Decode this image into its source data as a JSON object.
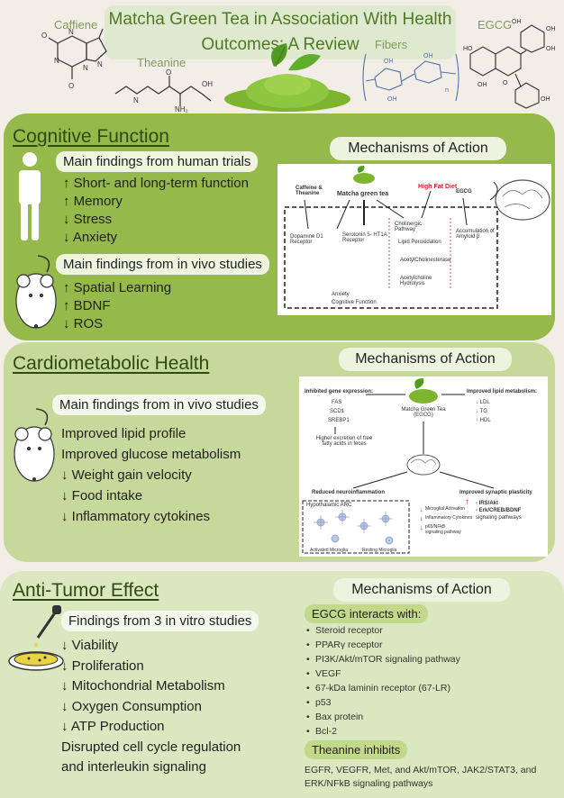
{
  "title": {
    "line1": "Matcha Green Tea in Association With Health",
    "line2": "Outcomes: A Review"
  },
  "molecules": {
    "caffeine": "Caffiene",
    "theanine": "Theanine",
    "fibers": "Fibers",
    "egcg": "EGCG"
  },
  "cognitive": {
    "title": "Cognitive Function",
    "human_header": "Main findings from human trials",
    "human_items": [
      "↑ Short- and long-term function",
      "↑ Memory",
      "↓ Stress",
      "↓ Anxiety"
    ],
    "vivo_header": "Main findings from in vivo studies",
    "vivo_items": [
      "↑ Spatial Learning",
      "↑ BDNF",
      "↓ ROS"
    ],
    "mech_title": "Mechanisms of Action",
    "diagram": {
      "caffeine_theanine": "Caffeine & Theanine",
      "matcha": "Matcha green tea",
      "high_fat": "High Fat Diet",
      "egcg": "EGCG",
      "dopamine": "Dopamine D1 Receptor",
      "serotonin": "Serotonin 5- HT1A Receptor",
      "cholinergic": "Cholinergic Pathway",
      "lipid_perox": "Lipid Peroxidation",
      "ache": "AcetylCholinesterase",
      "ach_hydro": "Acetylcholine Hydrolysis",
      "amyloid": "Accumulation of Amyloid β",
      "anxiety": "Anxiety",
      "cog_func": "Cognitive Function"
    }
  },
  "cardio": {
    "title": "Cardiometabolic Health",
    "vivo_header": "Main findings from in vivo studies",
    "items": [
      "Improved lipid profile",
      "Improved glucose metabolism",
      "↓ Weight gain velocity",
      "↓ Food intake",
      "↓ Inflammatory cytokines"
    ],
    "mech_title": "Mechanisms of Action",
    "diagram": {
      "inhibited": "Inhibited gene expression:",
      "fas": "FAS",
      "scd1": "SCD1",
      "srebp1": "SREBP1",
      "excretion": "Higher excretion of free fatty acids in feces",
      "matcha": "Matcha Green Tea (EGCG)",
      "improved_lipid": "Improved lipid metabolism:",
      "ldl": "↓ LDL",
      "tg": "↓ TG",
      "hdl": "↑ HDL",
      "reduced_neuro": "Reduced neuroinflammation",
      "improved_syn": "Improved synaptic plasticity",
      "irs": "- IRS/Akt",
      "erk": "- Erk/CREB/BDNF",
      "signaling": "signaling pathways",
      "hypothalamic": "Hypothalamic ARC",
      "microglial": "Microglial Activation",
      "inflam_cyto": "Inflammatory Cytokines",
      "p65": "p65/NFkB signaling pathway",
      "resting": "Resting Microglia",
      "activated": "Activated Microglia"
    }
  },
  "tumor": {
    "title": "Anti-Tumor Effect",
    "header": "Findings from 3 in vitro studies",
    "items": [
      "↓ Viability",
      "↓ Proliferation",
      "↓ Mitochondrial Metabolism",
      "↓ Oxygen Consumption",
      "↓ ATP Production",
      "Disrupted cell cycle regulation",
      "and interleukin signaling"
    ],
    "mech_title": "Mechanisms of Action",
    "egcg_header": "EGCG interacts with:",
    "egcg_items": [
      "Steroid receptor",
      "PPARγ receptor",
      "PI3K/Akt/mTOR signaling pathway",
      "VEGF",
      "67-kDa laminin receptor (67-LR)",
      "p53",
      "Bax protein",
      "Bcl-2"
    ],
    "theanine_header": "Theanine inhibits",
    "theanine_text1": "EGFR, VEGFR, Met, and Akt/mTOR, JAK2/STAT3, and",
    "theanine_text2": "ERK/NFkB signaling pathways"
  },
  "colors": {
    "section1": "#95b94a",
    "section2": "#c6d99a",
    "section3": "#dbe7bf",
    "title_text": "#4f7a25",
    "accent_red": "#d0202a"
  }
}
